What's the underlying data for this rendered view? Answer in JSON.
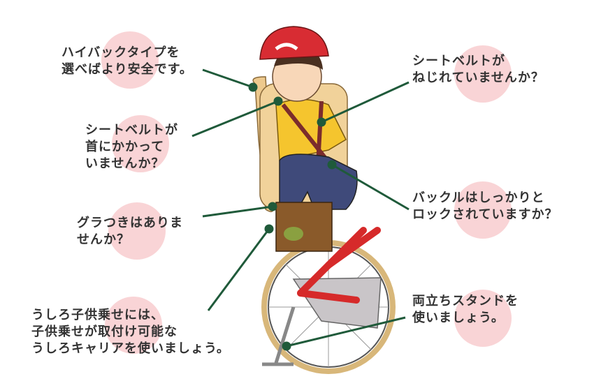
{
  "colors": {
    "circle": "#f9d4d6",
    "line": "#1f5a3a",
    "text": "#333333"
  },
  "callouts": [
    {
      "id": "highback",
      "lines": [
        "ハイバックタイプを",
        "選べばより安全です。"
      ]
    },
    {
      "id": "belt-neck",
      "lines": [
        "シートベルトが",
        "首にかかって",
        "いませんか？"
      ]
    },
    {
      "id": "wobble",
      "lines": [
        "グラつきはありま",
        "せんか？"
      ]
    },
    {
      "id": "rear-carrier",
      "lines": [
        "うしろ子供乗せには、",
        "子供乗せが取付け可能な",
        "うしろキャリアを使いましょう。"
      ]
    },
    {
      "id": "belt-twist",
      "lines": [
        "シートベルトが",
        "ねじれていませんか？"
      ]
    },
    {
      "id": "buckle",
      "lines": [
        "バックルはしっかりと",
        "ロックされていますか？"
      ]
    },
    {
      "id": "stand",
      "lines": [
        "両立ちスタンドを",
        "使いましょう。"
      ]
    }
  ]
}
